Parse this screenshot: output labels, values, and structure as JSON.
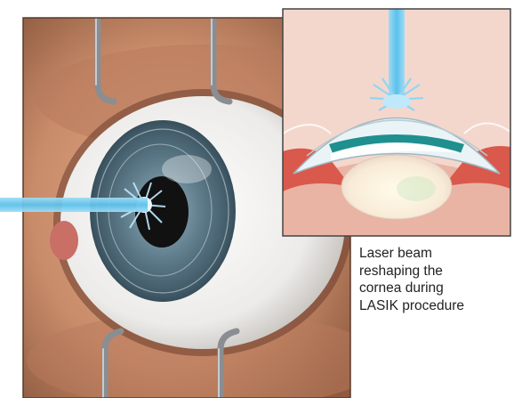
{
  "caption": {
    "lines": [
      "Laser beam",
      "reshaping the",
      "cornea during",
      "LASIK procedure"
    ]
  },
  "colors": {
    "laser": "#7fd0f0",
    "skin": "#c98c6a",
    "iris": "#4d6878",
    "pupil": "#111111",
    "sclera": "#ecebe9",
    "retractor": "#8a8e92",
    "inset_background": "#f4d7cc",
    "flap_teal": "#1f8f8f"
  },
  "icons": [
    "eyelid-retractor-icon",
    "laser-beam-icon",
    "eye-icon",
    "cornea-cross-section-icon"
  ]
}
